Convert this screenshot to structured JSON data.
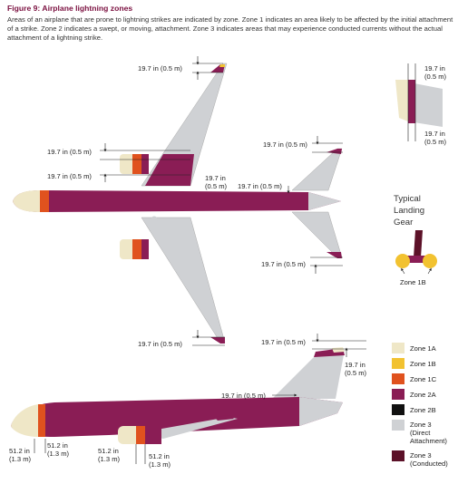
{
  "figure": {
    "title": "Figure 9: Airplane lightning zones",
    "caption": "Areas of an airplane that are prone to lightning strikes are indicated by zone. Zone 1 indicates an area likely to be affected by the initial attachment of a strike. Zone 2 indicates a swept, or moving, attachment. Zone 3 indicates areas that may experience conducted currents without the actual attachment of a lightning strike."
  },
  "dimensions": {
    "d197": "19.7 in (0.5 m)",
    "d197_a": "19.7 in",
    "d197_b": "(0.5 m)",
    "d512_a": "51.2 in",
    "d512_b": "(1.3 m)"
  },
  "landing_gear": {
    "title_line1": "Typical",
    "title_line2": "Landing",
    "title_line3": "Gear",
    "zone_label": "Zone 1B"
  },
  "legend": [
    {
      "label": "Zone 1A",
      "color": "#efe7c7"
    },
    {
      "label": "Zone 1B",
      "color": "#f2c230"
    },
    {
      "label": "Zone 1C",
      "color": "#e0521e"
    },
    {
      "label": "Zone 2A",
      "color": "#8a1d55"
    },
    {
      "label": "Zone 2B",
      "color": "#111111"
    },
    {
      "label": "Zone 3",
      "sub1": "(Direct",
      "sub2": "Attachment)",
      "color": "#cfd1d4"
    },
    {
      "label": "Zone 3",
      "sub1": "(Conducted)",
      "color": "#5c1128"
    }
  ]
}
